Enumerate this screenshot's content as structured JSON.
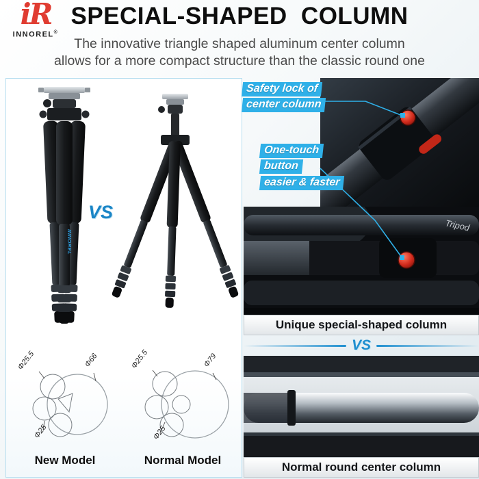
{
  "colors": {
    "accent_blue": "#1f8fd0",
    "chip_cyan": "#2fb0e8",
    "logo_red": "#e03c31",
    "title_black": "#0e0e0e",
    "subtitle_gray": "#4a4a4a",
    "red_knob": "#d02a1c"
  },
  "logo": {
    "symbol": "iR",
    "brand": "INNOREL",
    "registered": "®"
  },
  "header": {
    "title": "SPECIAL-SHAPED COLUMN",
    "subtitle_line1": "The innovative triangle shaped aluminum center column",
    "subtitle_line2": "allows for a more compact structure than the classic round one"
  },
  "comparison": {
    "vs": "VS",
    "tripod_label": "INNOREL",
    "new_model": {
      "label": "New Model",
      "dim_leg": "Φ25.5",
      "dim_inner": "Φ25",
      "dim_outer": "Φ66"
    },
    "normal_model": {
      "label": "Normal Model",
      "dim_leg": "Φ25.5",
      "dim_inner": "Φ25",
      "dim_outer": "Φ79"
    }
  },
  "callouts": {
    "safety_line1": "Safety lock of",
    "safety_line2": "center column",
    "onetouch_line1": "One-touch",
    "onetouch_line2": "button",
    "onetouch_line3": "easier & faster"
  },
  "right": {
    "caption_unique": "Unique special-shaped column",
    "vs": "VS",
    "caption_normal": "Normal round center column",
    "photo_text": "Tripod"
  }
}
